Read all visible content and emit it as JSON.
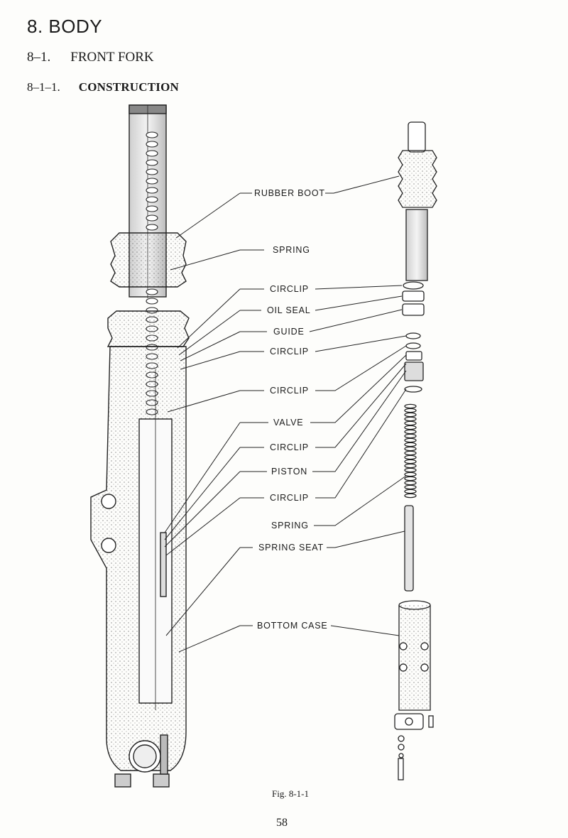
{
  "headings": {
    "h1": "8. BODY",
    "h2_num": "8–1.",
    "h2_title": "FRONT FORK",
    "h3_num": "8–1–1.",
    "h3_title": "CONSTRUCTION"
  },
  "labels": [
    {
      "key": "rubber-boot",
      "text": "RUBBER BOOT"
    },
    {
      "key": "spring-upper",
      "text": "SPRING"
    },
    {
      "key": "circlip-1",
      "text": "CIRCLIP"
    },
    {
      "key": "oil-seal",
      "text": "OIL SEAL"
    },
    {
      "key": "guide",
      "text": "GUIDE"
    },
    {
      "key": "circlip-2",
      "text": "CIRCLIP"
    },
    {
      "key": "circlip-3",
      "text": "CIRCLIP"
    },
    {
      "key": "valve",
      "text": "VALVE"
    },
    {
      "key": "circlip-4",
      "text": "CIRCLIP"
    },
    {
      "key": "piston",
      "text": "PISTON"
    },
    {
      "key": "circlip-5",
      "text": "CIRCLIP"
    },
    {
      "key": "spring-lower",
      "text": "SPRING"
    },
    {
      "key": "spring-seat",
      "text": "SPRING SEAT"
    },
    {
      "key": "bottom-case",
      "text": "BOTTOM CASE"
    }
  ],
  "caption": "Fig. 8-1-1",
  "page_number": "58"
}
